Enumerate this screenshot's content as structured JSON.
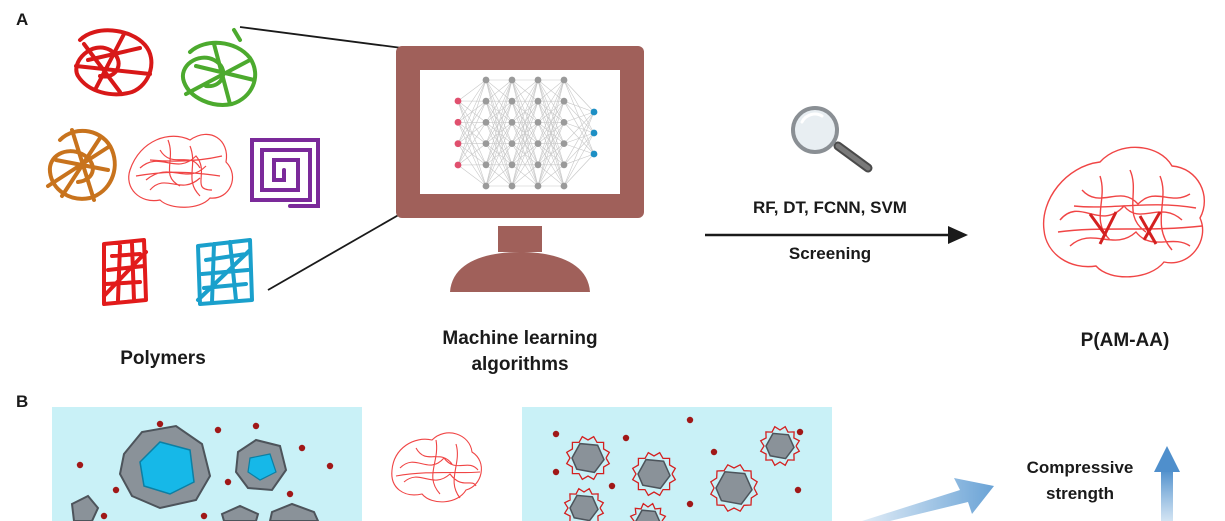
{
  "panel_a": {
    "label": "A",
    "polymers_caption": "Polymers",
    "ml_caption_line1": "Machine learning",
    "ml_caption_line2": "algorithms",
    "methods": "RF, DT, FCNN, SVM",
    "screening": "Screening",
    "result_caption": "P(AM-AA)"
  },
  "panel_b": {
    "label": "B",
    "compressive_line1": "Compressive",
    "compressive_line2": "strength"
  },
  "colors": {
    "monitor": "#a0605a",
    "screen": "#ffffff",
    "polymer_red": "#e21b1b",
    "polymer_green": "#4caa2e",
    "polymer_orange": "#c8731d",
    "polymer_purple": "#7b2a9a",
    "polymer_blue": "#1aa0cc",
    "protein_red": "#f04545",
    "panel_bg": "#c9f1f7",
    "particle_grey": "#8a9299",
    "particle_core": "#16b8e8",
    "dot_red": "#a01818",
    "arrow_blue": "#6aa3d6"
  },
  "icons": {
    "magnifier": "magnifier-icon",
    "computer": "computer-monitor-icon"
  }
}
